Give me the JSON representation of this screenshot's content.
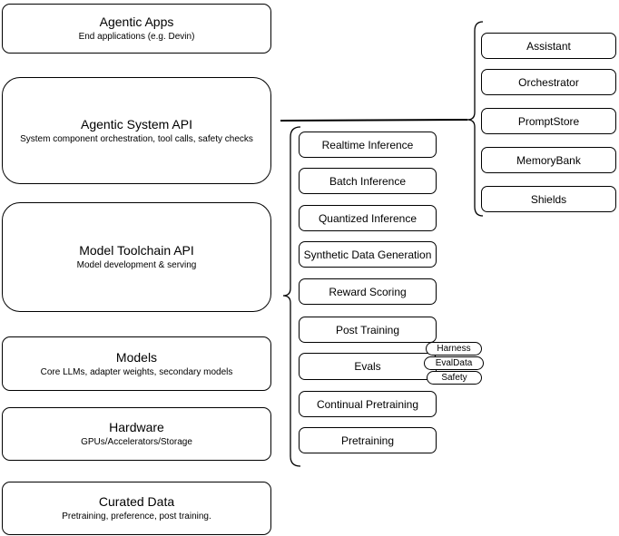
{
  "layers": [
    {
      "title": "Agentic Apps",
      "subtitle": "End applications (e.g. Devin)"
    },
    {
      "title": "Agentic System API",
      "subtitle": "System component orchestration, tool calls, safety checks"
    },
    {
      "title": "Model Toolchain API",
      "subtitle": "Model development & serving"
    },
    {
      "title": "Models",
      "subtitle": "Core LLMs, adapter weights, secondary models"
    },
    {
      "title": "Hardware",
      "subtitle": "GPUs/Accelerators/Storage"
    },
    {
      "title": "Curated Data",
      "subtitle": "Pretraining, preference, post training."
    }
  ],
  "toolchain_items": [
    "Realtime Inference",
    "Batch Inference",
    "Quantized Inference",
    "Synthetic Data Generation",
    "Reward Scoring",
    "Post Training",
    "Evals",
    "Continual Pretraining",
    "Pretraining"
  ],
  "eval_tags": [
    "Harness",
    "EvalData",
    "Safety"
  ],
  "system_components": [
    "Assistant",
    "Orchestrator",
    "PromptStore",
    "MemoryBank",
    "Shields"
  ],
  "colors": {
    "stroke": "#000000",
    "fill": "#ffffff"
  }
}
